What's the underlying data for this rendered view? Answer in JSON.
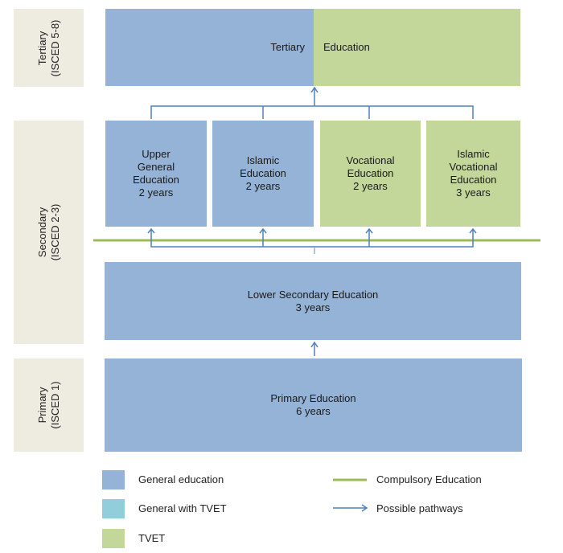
{
  "levels": [
    {
      "name": "Tertiary",
      "isced": "(ISCED 5-8)"
    },
    {
      "name": "Secondary",
      "isced": "(ISCED 2-3)"
    },
    {
      "name": "Primary",
      "isced": "(ISCED 1)"
    }
  ],
  "tertiary": {
    "left_text": "Tertiary",
    "right_text": "Education"
  },
  "upper_secondary": [
    {
      "lines": [
        "Upper",
        "General",
        "Education",
        "2 years"
      ],
      "type": "General education"
    },
    {
      "lines": [
        "Islamic",
        "Education",
        "2 years"
      ],
      "type": "General education"
    },
    {
      "lines": [
        "Vocational",
        "Education",
        "2 years"
      ],
      "type": "TVET"
    },
    {
      "lines": [
        "Islamic",
        "Vocational",
        "Education",
        "3 years"
      ],
      "type": "TVET"
    }
  ],
  "lower_secondary": {
    "title": "Lower Secondary Education",
    "duration": "3 years"
  },
  "primary": {
    "title": "Primary Education",
    "duration": "6 years"
  },
  "legend": {
    "general": "General education",
    "general_tvet": "General with TVET",
    "tvet": "TVET",
    "compulsory": "Compulsory Education",
    "pathways": "Possible pathways"
  },
  "colors": {
    "general": "#95b3d7",
    "general_tvet": "#92cddc",
    "tvet": "#c4d79b",
    "level_bg": "#eeece1",
    "compulsory_line": "#9bbb59",
    "arrow": "#4f81bd"
  }
}
